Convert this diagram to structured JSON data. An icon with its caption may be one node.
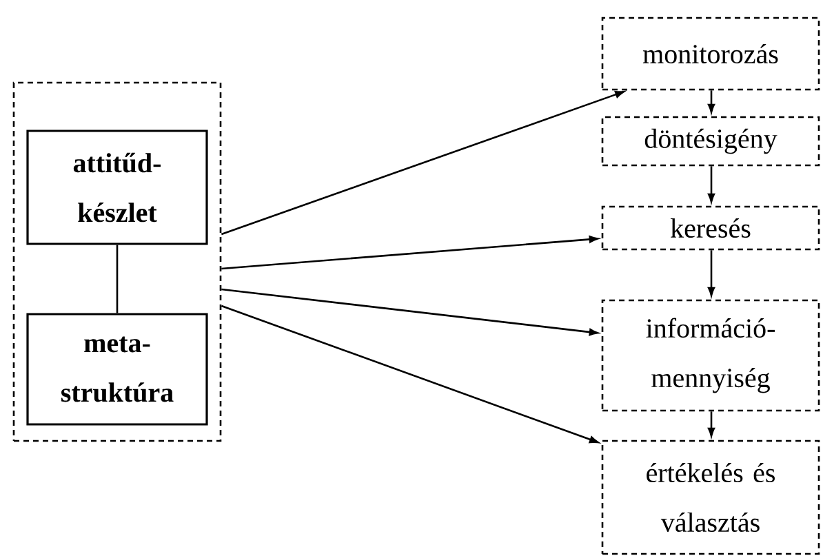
{
  "diagram": {
    "nodes": [
      {
        "text": [],
        "shape": "box"
      },
      {
        "text": [
          "attitűd- készlet"
        ],
        "in": 0
      },
      {
        "text": [
          "meta- struktúra"
        ],
        "in": 0
      },
      {
        "text": [
          "monitorozás"
        ]
      },
      {
        "text": [
          "döntésigény"
        ]
      },
      {
        "text": [
          "keresés"
        ]
      },
      {
        "text": [
          "információ- mennyiség"
        ]
      },
      {
        "text": [
          "értékelés és választás"
        ]
      }
    ],
    "edges": [
      {
        "from": 1,
        "to": 2,
        "arrow": "none"
      },
      {
        "from": 0,
        "to": 3,
        "arrow": "to"
      },
      {
        "from": 0,
        "to": 5,
        "arrow": "to"
      },
      {
        "from": 0,
        "to": 6,
        "arrow": "to"
      },
      {
        "from": 0,
        "to": 7,
        "arrow": "to"
      },
      {
        "from": 3,
        "to": 4,
        "arrow": "to"
      },
      {
        "from": 4,
        "to": 5,
        "arrow": "to"
      },
      {
        "from": 5,
        "to": 6,
        "arrow": "to"
      },
      {
        "from": 6,
        "to": 7,
        "arrow": "to"
      }
    ]
  }
}
